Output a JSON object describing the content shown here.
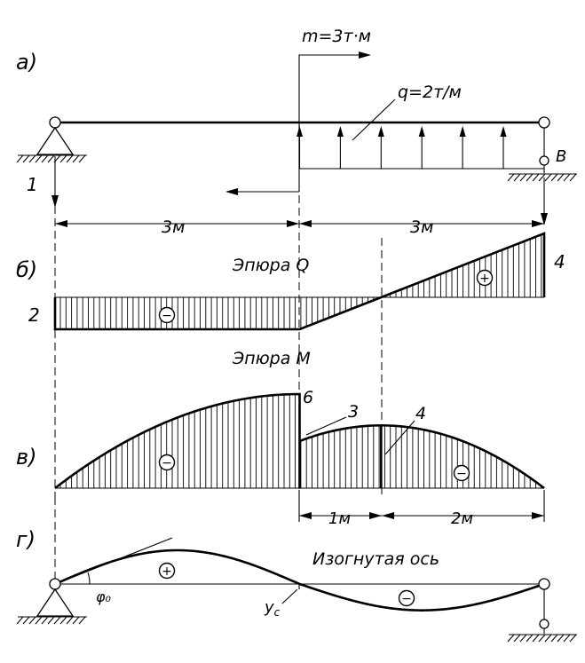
{
  "labels": {
    "part_a": "а)",
    "part_b": "б)",
    "part_c": "в)",
    "part_d": "г)",
    "moment": "m=3т·м",
    "load": "q=2т/м",
    "reaction_left": "1",
    "support_right": "B",
    "span_left": "3м",
    "span_right": "3м",
    "diagram_q": "Эпюра  Q",
    "diagram_m": "Эпюра  M",
    "q_left_value": "2",
    "q_right_value": "4",
    "m_jump_top": "6",
    "m_jump_bottom": "3",
    "m_peak": "4",
    "dim_1m": "1м",
    "dim_2m": "2м",
    "deflected_axis": "Изогнутая  ось",
    "phi0": "φ₀",
    "yc": "y",
    "yc_sub": "c"
  },
  "signs": {
    "q_left": "−",
    "q_right": "+",
    "m_left": "−",
    "m_right": "−",
    "defl_left": "+",
    "defl_right": "−"
  },
  "beam": {
    "span_m": 6,
    "moment_position_m": 3,
    "q_start_m": 3,
    "q_end_m": 6
  },
  "chart_data": {
    "type": "beam-diagrams",
    "shear_Q": {
      "x": [
        0,
        3,
        4,
        6
      ],
      "values": [
        -2,
        -2,
        0,
        4
      ]
    },
    "moment_M": {
      "x_left": [
        0,
        3
      ],
      "values_left": [
        0,
        -6
      ],
      "x_right": [
        3,
        4,
        6
      ],
      "values_right": [
        -3,
        -4,
        0
      ]
    }
  }
}
